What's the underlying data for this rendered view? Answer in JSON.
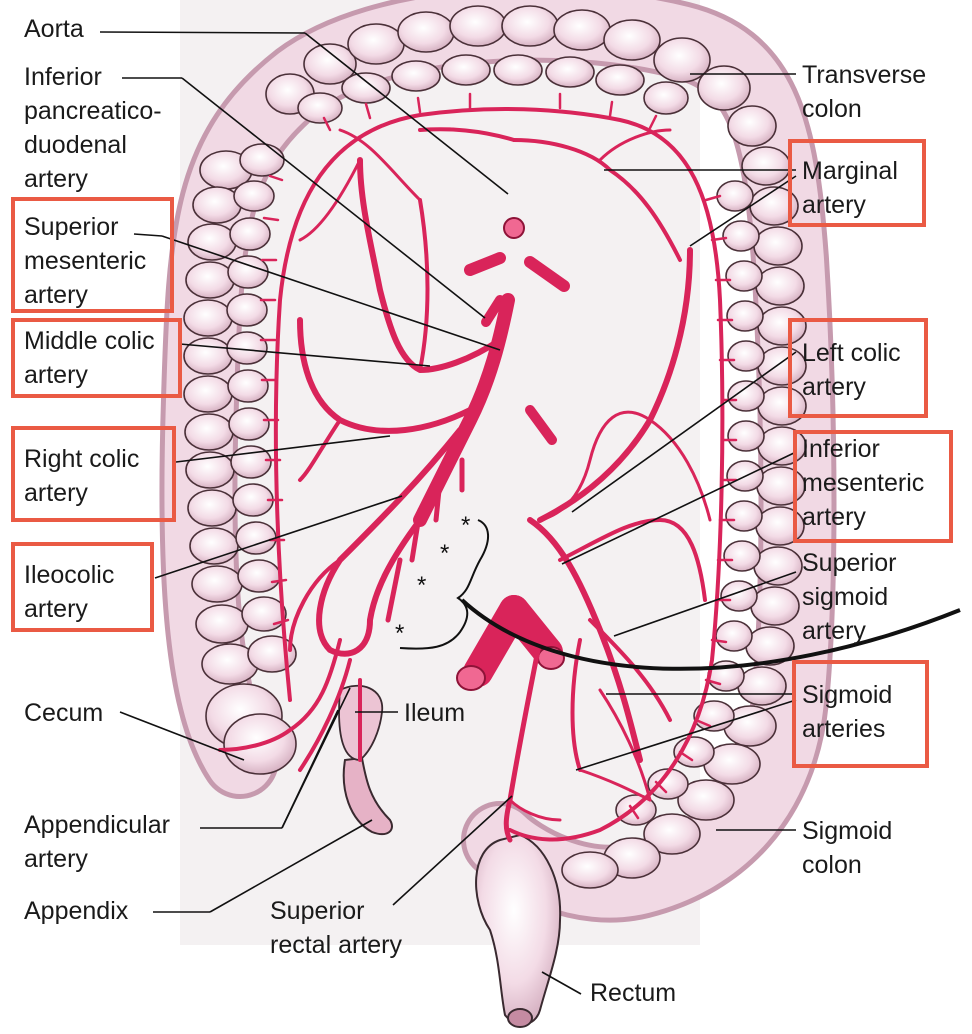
{
  "labels": {
    "aorta": "Aorta",
    "inferior_pancreaticoduodenal": "Inferior\npancreatico-\nduodenal\nartery",
    "superior_mesenteric": "Superior\nmesenteric\nartery",
    "middle_colic": "Middle colic\nartery",
    "right_colic": "Right colic\nartery",
    "ileocolic": "Ileocolic\nartery",
    "cecum": "Cecum",
    "ileum": "Ileum",
    "appendicular": "Appendicular\nartery",
    "appendix": "Appendix",
    "superior_rectal": "Superior\nrectal artery",
    "rectum": "Rectum",
    "transverse_colon": "Transverse\ncolon",
    "marginal": "Marginal\nartery",
    "left_colic": "Left colic\nartery",
    "inferior_mesenteric": "Inferior\nmesenteric\nartery",
    "superior_sigmoid": "Superior\nsigmoid\nartery",
    "sigmoid_arteries": "Sigmoid\narteries",
    "sigmoid_colon": "Sigmoid\ncolon"
  },
  "asterisk": "*",
  "colors": {
    "artery": "#d9245a",
    "artery_dark": "#8e1338",
    "colon_fill": "#efd3df",
    "colon_outline": "#3a2a30",
    "highlight_box": "#ea5a44"
  }
}
